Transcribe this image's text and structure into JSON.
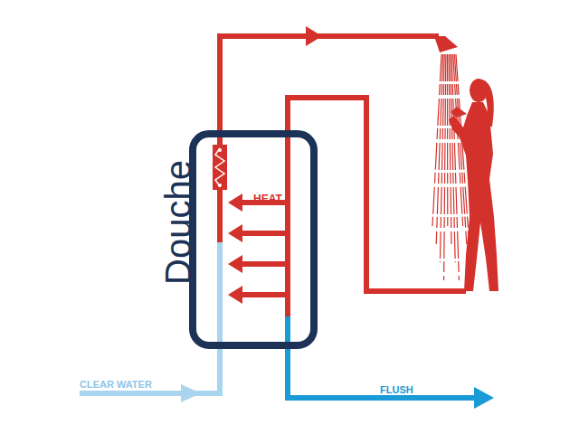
{
  "diagram": {
    "nodes": [
      {
        "text": [
          "Douche",
          "HEAT"
        ]
      }
    ],
    "edges": [],
    "labels": [
      "CLEAR WATER",
      "FLUSH"
    ]
  }
}
